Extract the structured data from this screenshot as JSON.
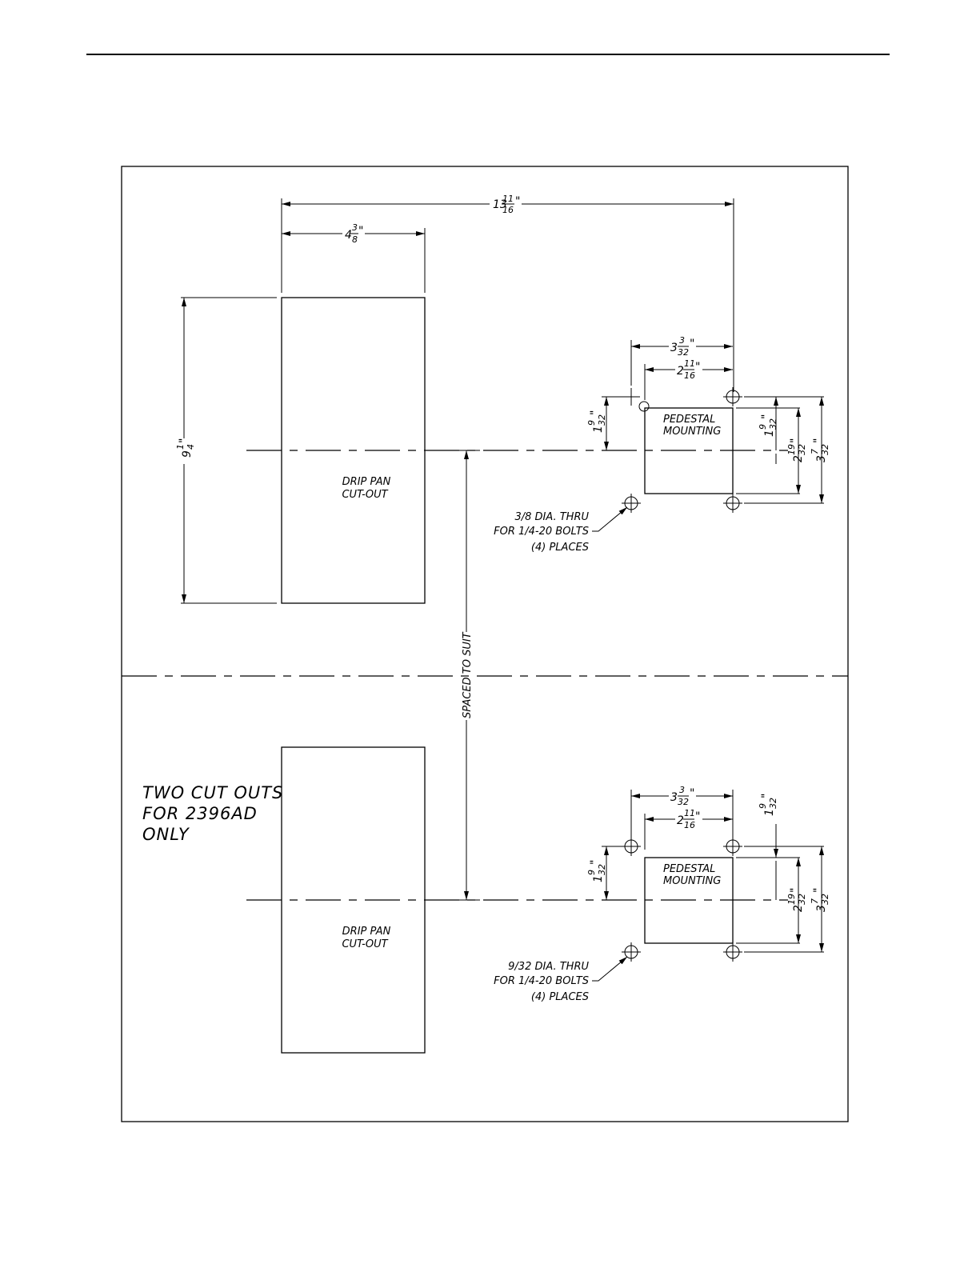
{
  "dimensions": {
    "overall_width": {
      "whole": "13",
      "num": "11",
      "den": "16",
      "unit": "\""
    },
    "cutout_width": {
      "whole": "4",
      "num": "3",
      "den": "8",
      "unit": "\""
    },
    "cutout_height": {
      "whole": "9",
      "num": "1",
      "den": "4",
      "unit": "\""
    },
    "hole_span": {
      "whole": "3",
      "num": "3",
      "den": "32",
      "unit": "\""
    },
    "pad_width": {
      "whole": "2",
      "num": "11",
      "den": "16",
      "unit": "\""
    },
    "hole_offset": {
      "whole": "1",
      "num": "9",
      "den": "32",
      "unit": "\""
    },
    "pad_half_short": {
      "whole": "1",
      "num": "9",
      "den": "32",
      "unit": "\""
    },
    "pad_height": {
      "whole": "2",
      "num": "19",
      "den": "32",
      "unit": "\""
    },
    "hole_height": {
      "whole": "3",
      "num": "7",
      "den": "32",
      "unit": "\""
    }
  },
  "top_view": {
    "cutout_label": [
      "DRIP PAN",
      "CUT-OUT"
    ],
    "pedestal_label": [
      "PEDESTAL",
      "MOUNTING"
    ],
    "hole_note": [
      "3/8 DIA. THRU",
      "FOR 1/4-20 BOLTS",
      "(4) PLACES"
    ]
  },
  "bottom_view": {
    "cutout_label": [
      "DRIP PAN",
      "CUT-OUT"
    ],
    "pedestal_label": [
      "PEDESTAL",
      "MOUNTING"
    ],
    "hole_note": [
      "9/32 DIA. THRU",
      "FOR 1/4-20 BOLTS",
      "(4) PLACES"
    ]
  },
  "spacing_label": "SPACED TO SUIT",
  "side_note": [
    "TWO CUT OUTS",
    "FOR 2396AD",
    "ONLY"
  ]
}
